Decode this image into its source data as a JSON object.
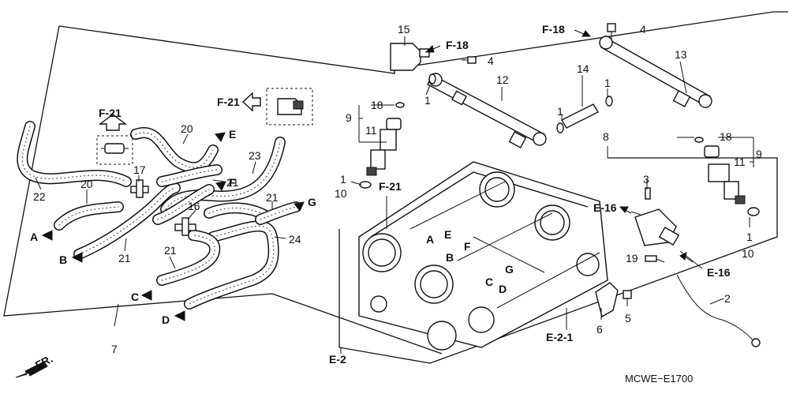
{
  "diagram_code": "MCWE−E1700",
  "direction": "FR.",
  "callouts": {
    "c1a": "1",
    "c1b": "1",
    "c1c": "1",
    "c1d": "1",
    "c1e": "1",
    "c2": "2",
    "c3": "3",
    "c4a": "4",
    "c4b": "4",
    "c5": "5",
    "c6": "6",
    "c7": "7",
    "c8": "8",
    "c9a": "9",
    "c9b": "9",
    "c10a": "10",
    "c10b": "10",
    "c11a": "11",
    "c11b": "11",
    "c12": "12",
    "c13": "13",
    "c14": "14",
    "c15": "15",
    "c16": "16",
    "c17": "17",
    "c18a": "18",
    "c18b": "18",
    "c19": "19",
    "c20a": "20",
    "c20b": "20",
    "c21a": "21",
    "c21b": "21",
    "c21c": "21",
    "c21d": "21",
    "c22": "22",
    "c23": "23",
    "c24": "24"
  },
  "refs": {
    "f18a": "F-18",
    "f18b": "F-18",
    "f21a": "F-21",
    "f21b": "F-21",
    "f21c": "F-21",
    "e16a": "E-16",
    "e16b": "E-16",
    "e2": "E-2",
    "e21": "E-2-1"
  },
  "hose_ends": {
    "A": "A",
    "B": "B",
    "C": "C",
    "D": "D",
    "E": "E",
    "F": "F",
    "G": "G"
  },
  "body_marks": {
    "A": "A",
    "B": "B",
    "C": "C",
    "D": "D",
    "E": "E",
    "F": "F",
    "G": "G"
  }
}
